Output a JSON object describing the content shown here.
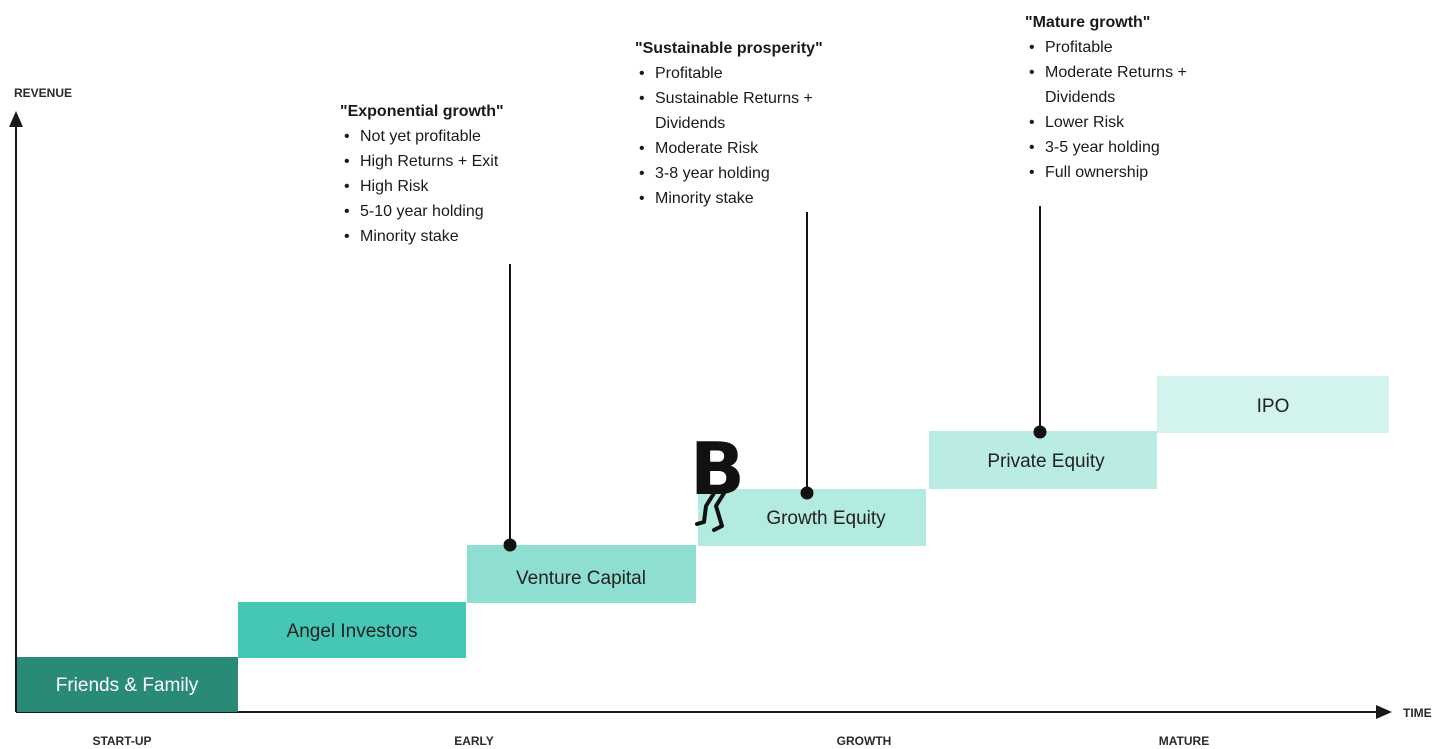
{
  "axes": {
    "y_label": "REVENUE",
    "x_label": "TIME"
  },
  "stages": [
    "START-UP",
    "EARLY",
    "GROWTH",
    "MATURE"
  ],
  "steps": [
    {
      "label": "Friends & Family",
      "color": "#2a8a78"
    },
    {
      "label": "Angel Investors",
      "color": "#46c7b6"
    },
    {
      "label": "Venture Capital",
      "color": "#8edfd1"
    },
    {
      "label": "Growth Equity",
      "color": "#b4ebe1"
    },
    {
      "label": "Private Equity",
      "color": "#baece3"
    },
    {
      "label": "IPO",
      "color": "#d2f3ee"
    }
  ],
  "callouts": [
    {
      "title": "\"Exponential growth\"",
      "bullets": [
        "Not yet profitable",
        "High Returns + Exit",
        "High Risk",
        "5-10 year holding",
        "Minority stake"
      ]
    },
    {
      "title": "\"Sustainable prosperity\"",
      "bullets": [
        "Profitable",
        "Sustainable Returns + Dividends",
        "Moderate Risk",
        "3-8 year holding",
        "Minority stake"
      ]
    },
    {
      "title": "\"Mature growth\"",
      "bullets": [
        "Profitable",
        "Moderate Returns + Dividends",
        "Lower Risk",
        "3-5 year holding",
        "Full ownership"
      ]
    }
  ],
  "mascot": {
    "glyph": "B",
    "color": "#111111"
  }
}
